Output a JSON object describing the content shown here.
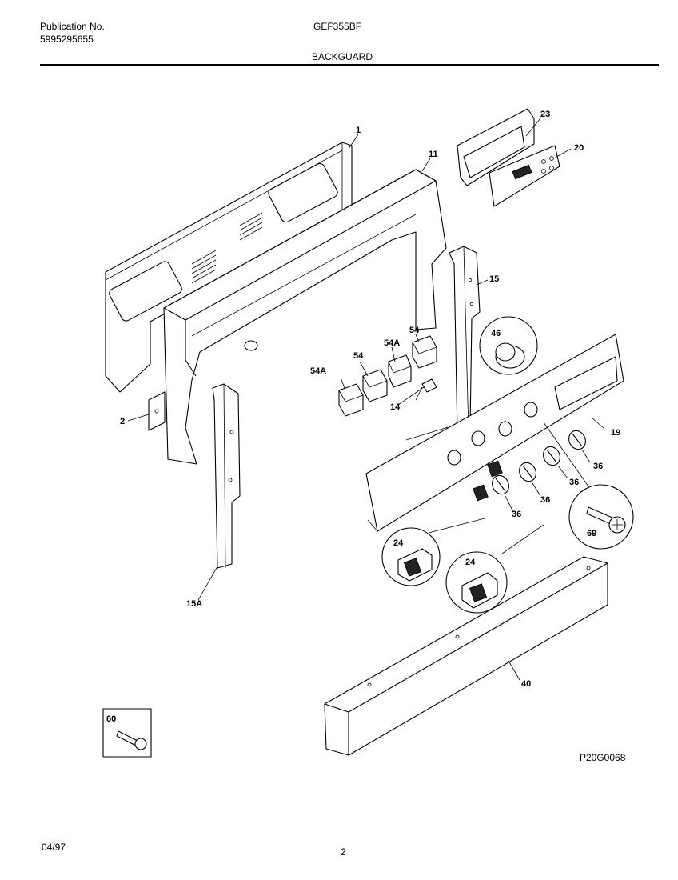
{
  "header": {
    "publication_label": "Publication No.",
    "publication_number": "5995295655",
    "model": "GEF355BF",
    "section_title": "BACKGUARD"
  },
  "footer": {
    "date": "04/97",
    "page_number": "2",
    "figure_code": "P20G0068"
  },
  "callouts": {
    "c1": "1",
    "c2": "2",
    "c11": "11",
    "c14": "14",
    "c15": "15",
    "c15a": "15A",
    "c19": "19",
    "c20": "20",
    "c23": "23",
    "c24a": "24",
    "c24b": "24",
    "c36a": "36",
    "c36b": "36",
    "c36c": "36",
    "c36d": "36",
    "c40": "40",
    "c46": "46",
    "c54a": "54",
    "c54b": "54",
    "c54Aa": "54A",
    "c54Ab": "54A",
    "c60": "60",
    "c69": "69"
  }
}
